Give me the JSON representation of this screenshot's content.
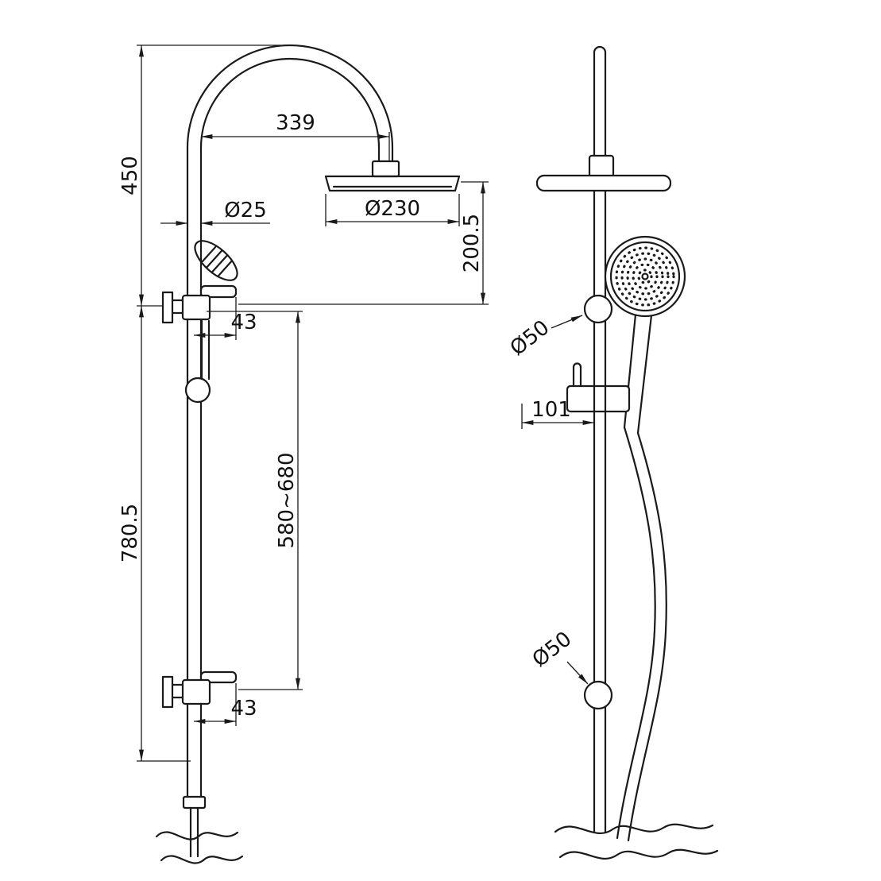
{
  "page": {
    "background": "#ffffff",
    "line_color": "#1a1a1a"
  },
  "drawing": {
    "dimensions": {
      "upper_height": "450",
      "arm_length": "339",
      "pipe_diameter": "Ø25",
      "head_diameter": "Ø230",
      "head_drop_height": "200.5",
      "top_bracket_offset": "43",
      "adjustable_range": "580~680",
      "lower_height": "780.5",
      "bottom_bracket_offset": "43",
      "top_knob_diameter": "Ø50",
      "bracket_width": "101",
      "bottom_knob_diameter": "Ø50"
    }
  }
}
